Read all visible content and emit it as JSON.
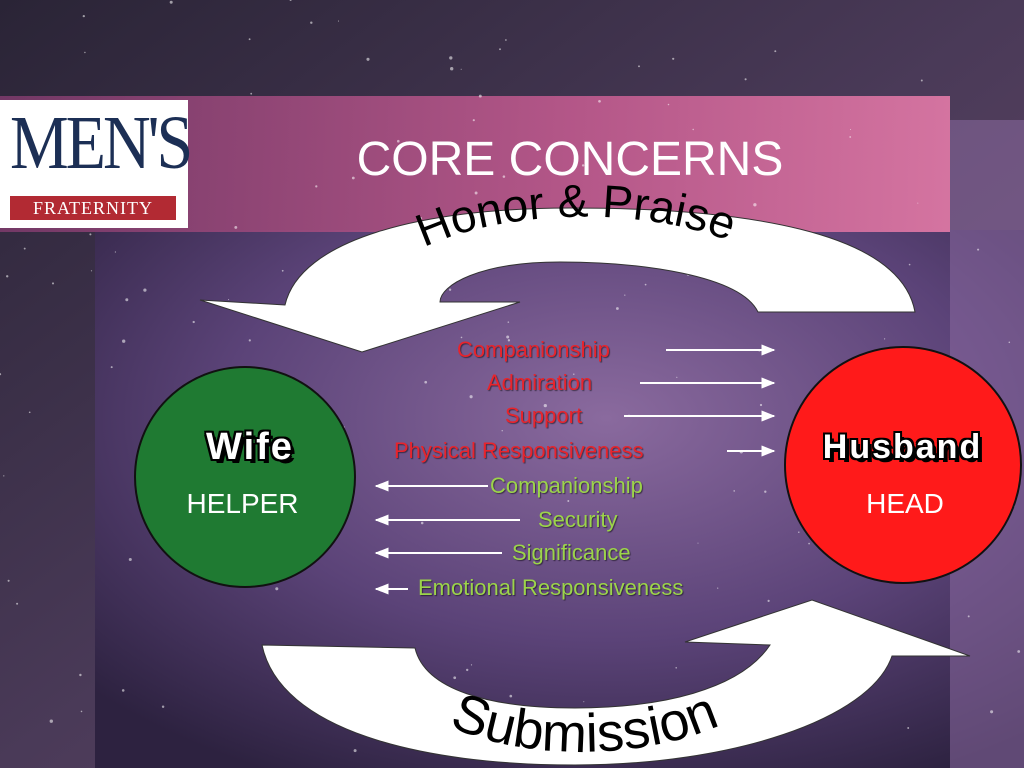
{
  "slide": {
    "title": "CORE CONCERNS"
  },
  "logo": {
    "word": "MEN'S",
    "subword": "FRATERNITY"
  },
  "diagram": {
    "top_arc_label": "Honor & Praise",
    "bottom_arc_label": "Submission",
    "wife": {
      "name": "Wife",
      "role": "HELPER",
      "color": "#1f7a32"
    },
    "husband": {
      "name": "Husband",
      "role": "HEAD",
      "color": "#ff1a1a"
    },
    "husband_needs": [
      "Companionship",
      "Admiration",
      "Support",
      "Physical Responsiveness"
    ],
    "wife_needs": [
      "Companionship",
      "Security",
      "Significance",
      "Emotional Responsiveness"
    ],
    "husband_needs_color": "#e8242c",
    "wife_needs_color": "#9cd44a"
  }
}
